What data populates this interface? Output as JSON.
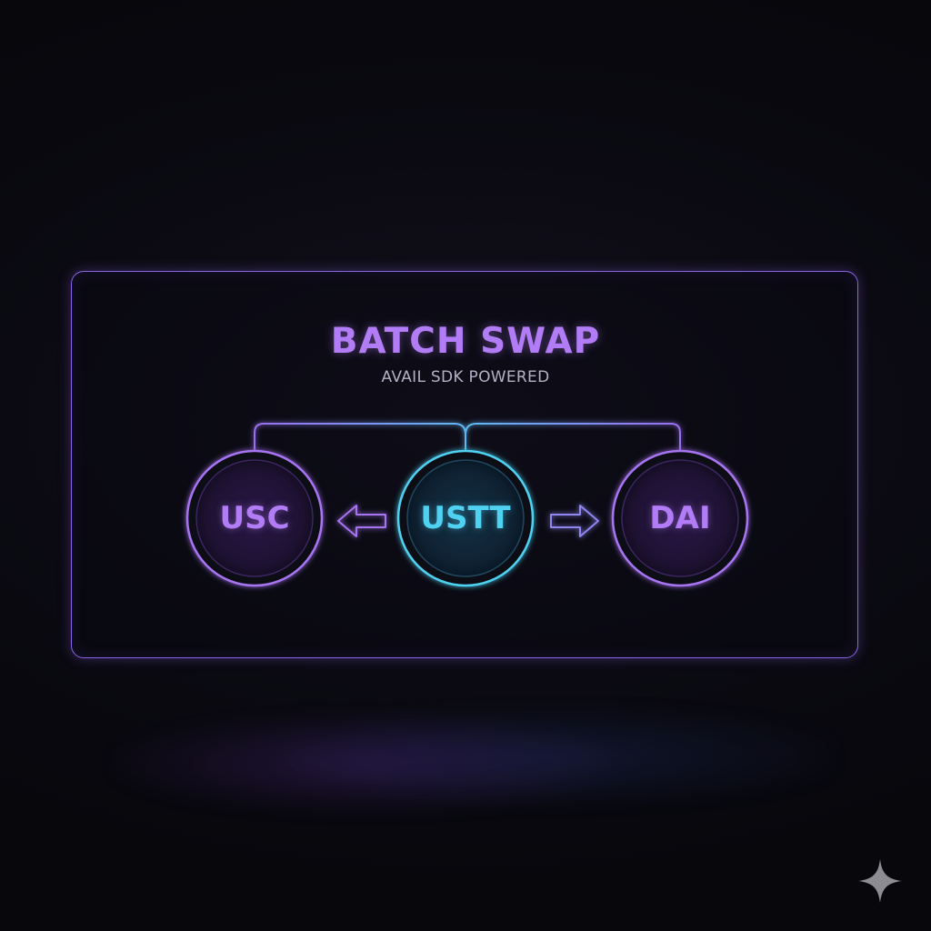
{
  "header": {
    "title": "BATCH SWAP",
    "subtitle": "AVAIL SDK POWERED"
  },
  "nodes": {
    "left": {
      "label": "USC",
      "color": "#b27cf6"
    },
    "center": {
      "label": "USTT",
      "color": "#4fd2f2"
    },
    "right": {
      "label": "DAI",
      "color": "#b27cf6"
    }
  },
  "arrows": {
    "left": "left-arrow-icon",
    "right": "right-arrow-icon"
  },
  "colors": {
    "background": "#07070c",
    "accent_purple": "#b27cf6",
    "accent_cyan": "#4fd2f2",
    "card_border": "#8a63e8"
  },
  "watermark": "sparkle-icon"
}
